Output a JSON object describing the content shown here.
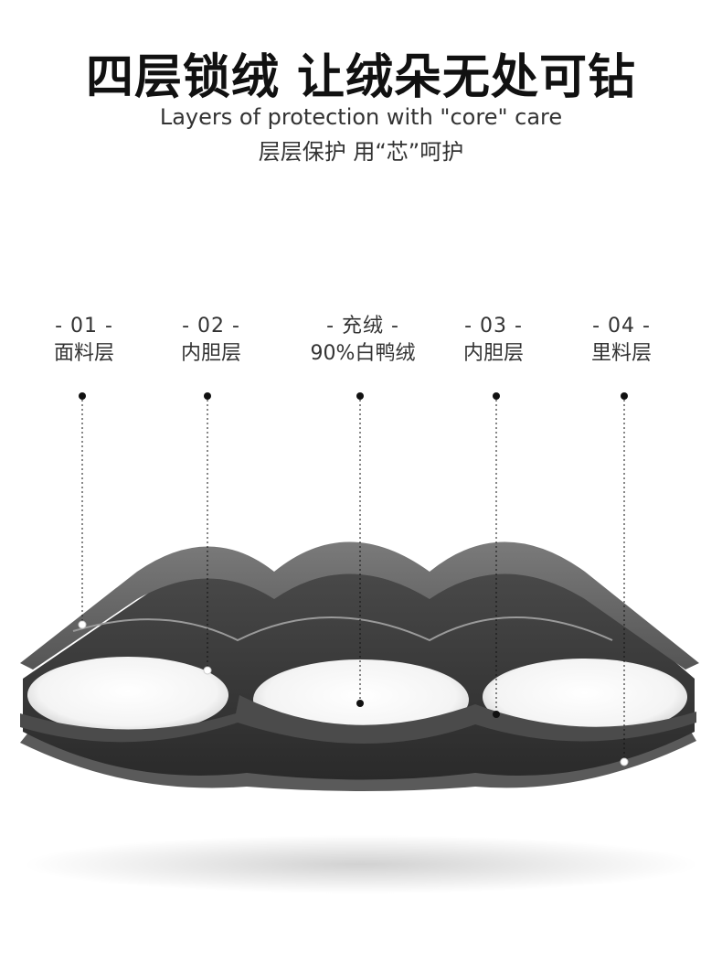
{
  "title": "四层锁绒 让绒朵无处可钻",
  "subtitle_en": "Layers of protection with \"core\" care",
  "subtitle_cn": "层层保护 用“芯”呵护",
  "labels": [
    {
      "num": "- 01 -",
      "name": "面料层"
    },
    {
      "num": "- 02 -",
      "name": "内胆层"
    },
    {
      "num": "- 充绒 -",
      "name": "90%白鸭绒"
    },
    {
      "num": "- 03 -",
      "name": "内胆层"
    },
    {
      "num": "- 04 -",
      "name": "里料层"
    }
  ],
  "colors": {
    "outer_fabric": "#6e6e6e",
    "inner_dark": "#3a3a3a",
    "down_fill": "#ffffff",
    "lining": "#555555"
  }
}
